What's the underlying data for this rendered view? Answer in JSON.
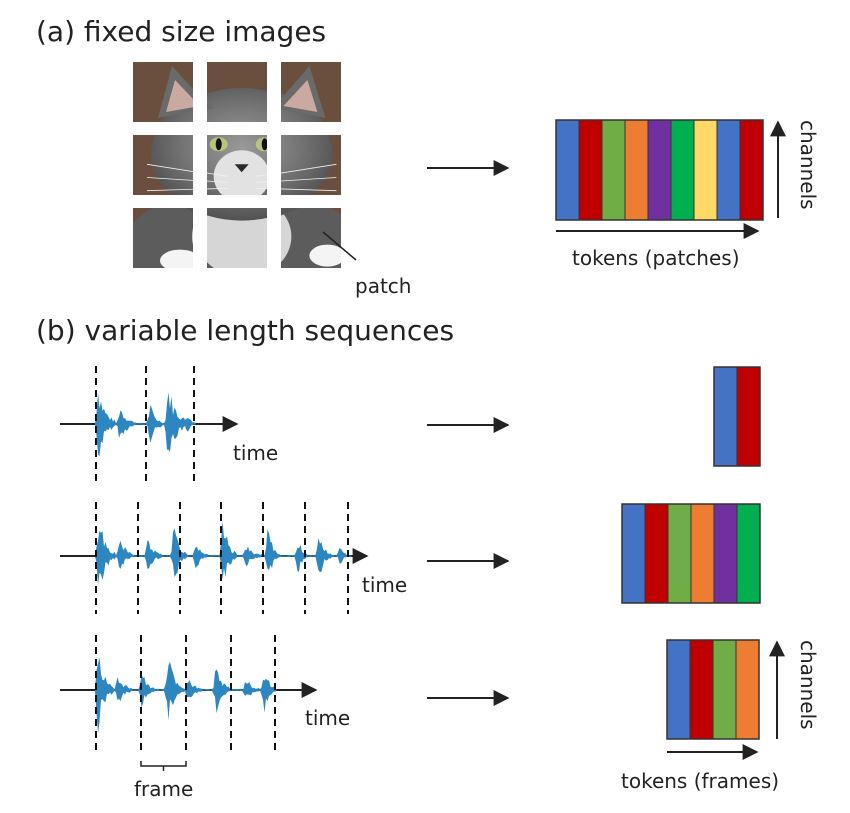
{
  "section_a": {
    "title": "(a) fixed size images",
    "patch_label": "patch",
    "tokens": [
      "blue",
      "red",
      "green",
      "orange",
      "purple",
      "teal",
      "yellow",
      "blue",
      "red"
    ],
    "axis_x_label": "tokens (patches)",
    "axis_y_label": "channels"
  },
  "section_b": {
    "title": "(b) variable length sequences",
    "sequences": [
      {
        "time_label": "time",
        "frames": 2,
        "tokens": [
          "blue",
          "red"
        ]
      },
      {
        "time_label": "time",
        "frames": 6,
        "tokens": [
          "blue",
          "red",
          "green",
          "orange",
          "purple",
          "teal"
        ]
      },
      {
        "time_label": "time",
        "frames": 4,
        "tokens": [
          "blue",
          "red",
          "green",
          "orange"
        ]
      }
    ],
    "frame_label": "frame",
    "axis_x_label": "tokens (frames)",
    "axis_y_label": "channels"
  },
  "colors": {
    "blue": "#4472c4",
    "red": "#c00000",
    "green": "#70ad47",
    "orange": "#ed7d31",
    "purple": "#7030a0",
    "teal": "#00b050",
    "yellow": "#ffd966",
    "waveform": "#2e86c1",
    "ink": "#222222"
  }
}
